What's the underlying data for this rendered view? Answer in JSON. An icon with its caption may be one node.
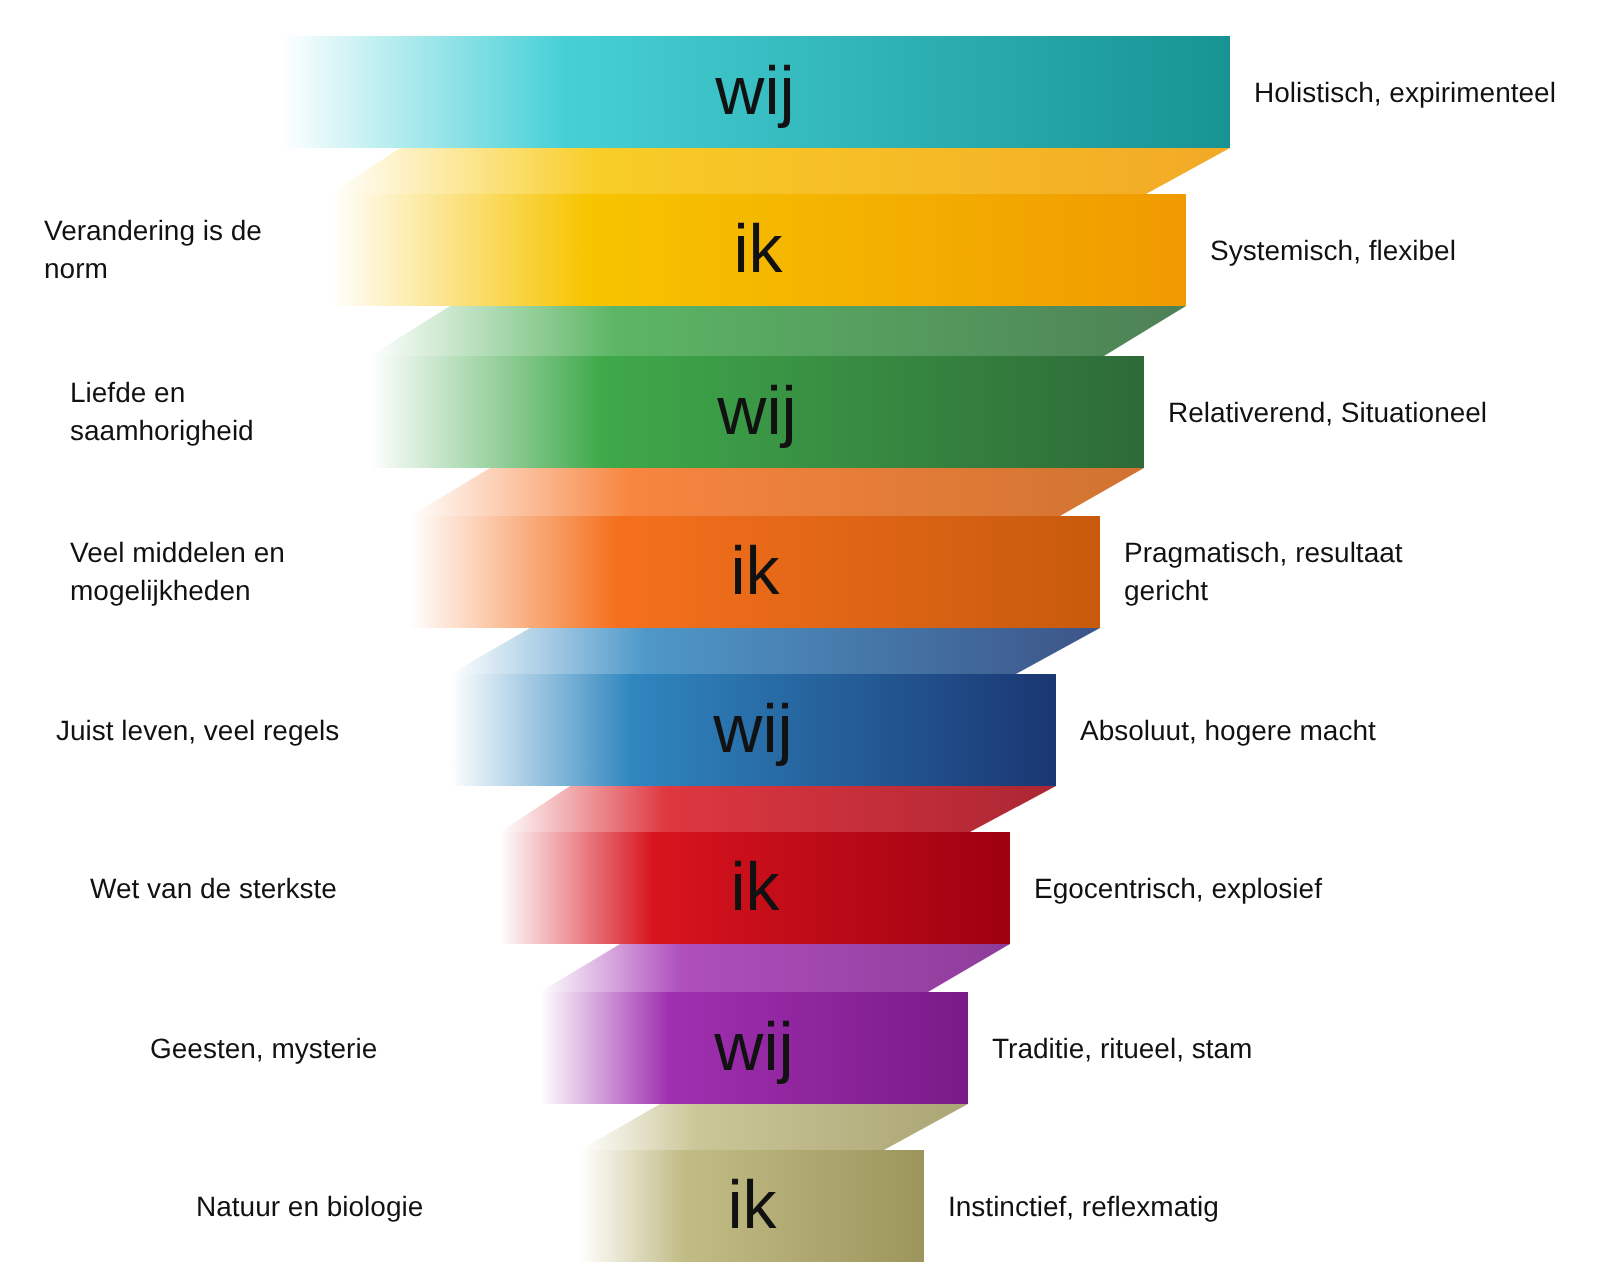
{
  "diagram": {
    "nodes": [
      {
        "text": [
          "wij"
        ],
        "beside": [
          "Holistisch, expirimenteel"
        ]
      },
      {
        "text": [
          "ik"
        ],
        "beside": [
          "Systemisch, flexibel"
        ]
      },
      {
        "text": [
          "wij"
        ],
        "beside": [
          "Relativerend, Situationeel"
        ]
      },
      {
        "text": [
          "ik"
        ],
        "beside": [
          "Pragmatisch, resultaat gericht"
        ]
      },
      {
        "text": [
          "wij"
        ],
        "beside": [
          "Absoluut, hogere macht"
        ]
      },
      {
        "text": [
          "ik"
        ],
        "beside": [
          "Egocentrisch, explosief"
        ]
      },
      {
        "text": [
          "wij"
        ],
        "beside": [
          "Traditie, ritueel, stam"
        ]
      },
      {
        "text": [
          "ik"
        ],
        "beside": [
          "Instinctief, reflexmatig"
        ]
      }
    ],
    "labels": [
      "Verandering is de norm",
      "Liefde en saamhorigheid",
      "Veel middelen en mogelijkheden",
      "Juist leven, veel regels",
      "Wet van de sterkste",
      "Geesten, mysterie",
      "Natuur en biologie"
    ]
  }
}
